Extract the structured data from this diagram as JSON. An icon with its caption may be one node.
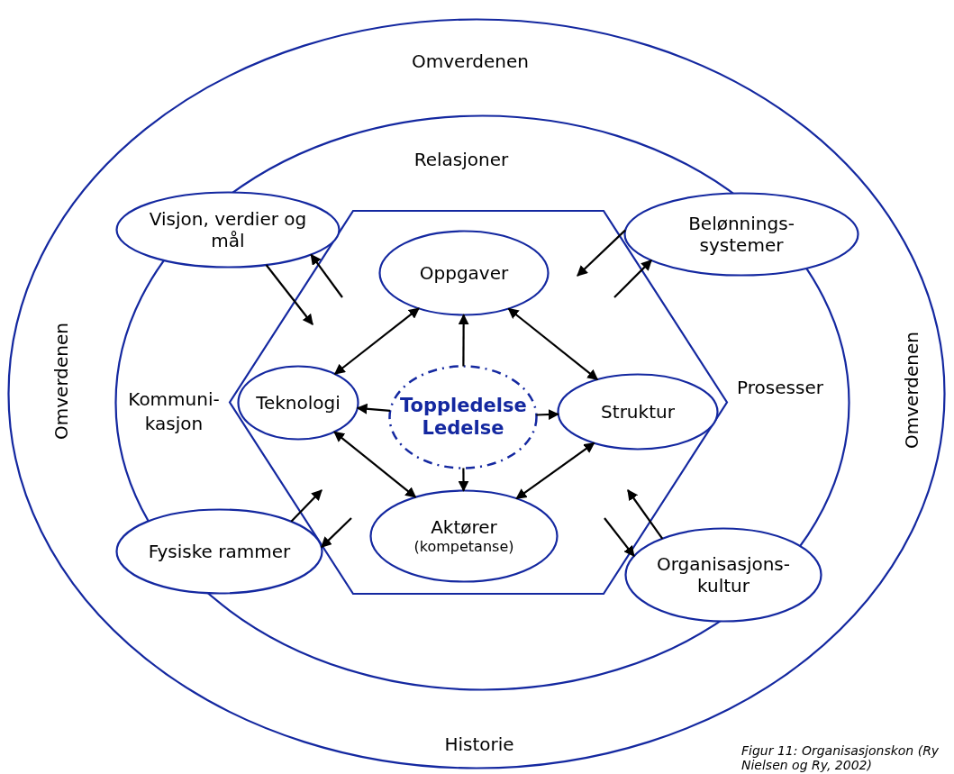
{
  "diagram": {
    "caption": "Figur 11: Organisasjonskon (Ry Nielsen og Ry, 2002)",
    "nodes": [
      {
        "text": [
          "Omverdenen",
          "Omverdenen",
          "Omverdenen",
          "Historie"
        ]
      },
      {
        "text": [
          "Relasjoner",
          "Kommuni- kasjon",
          "Prosesser"
        ],
        "in": 0
      },
      {
        "text": [],
        "shape": "hexagon",
        "in": 1
      },
      {
        "text": [
          "Visjon, verdier og mål"
        ],
        "in": 1
      },
      {
        "text": [
          "Belønnings- systemer"
        ],
        "in": 1
      },
      {
        "text": [
          "Oppgaver"
        ],
        "in": 2
      },
      {
        "text": [
          "Teknologi"
        ],
        "in": 2
      },
      {
        "text": [
          "Toppledelse Ledelse"
        ],
        "in": 2
      },
      {
        "text": [
          "Struktur"
        ],
        "in": 2
      },
      {
        "text": [
          "Aktører",
          "(kompetanse)"
        ],
        "in": 2
      },
      {
        "text": [
          "Fysiske rammer"
        ],
        "in": 1
      },
      {
        "text": [
          "Organisasjons- kultur"
        ],
        "in": 1
      }
    ],
    "edges": [
      {
        "from": 6,
        "to": 5,
        "arrow": "both"
      },
      {
        "from": 5,
        "to": 8,
        "arrow": "both"
      },
      {
        "from": 8,
        "to": 9,
        "arrow": "both"
      },
      {
        "from": 9,
        "to": 6,
        "arrow": "both"
      },
      {
        "from": 7,
        "to": 5,
        "arrow": "to"
      },
      {
        "from": 7,
        "to": 6,
        "arrow": "to"
      },
      {
        "from": 7,
        "to": 8,
        "arrow": "to"
      },
      {
        "from": 7,
        "to": 9,
        "arrow": "to"
      },
      {
        "from": null,
        "to": 3,
        "arrow": "to"
      },
      {
        "from": 3,
        "to": null,
        "arrow": "to"
      },
      {
        "from": 4,
        "to": null,
        "arrow": "to"
      },
      {
        "from": null,
        "to": 4,
        "arrow": "to"
      },
      {
        "from": 10,
        "to": null,
        "arrow": "to"
      },
      {
        "from": null,
        "to": 10,
        "arrow": "to"
      },
      {
        "from": 11,
        "to": null,
        "arrow": "to"
      },
      {
        "from": null,
        "to": 11,
        "arrow": "to"
      }
    ]
  }
}
